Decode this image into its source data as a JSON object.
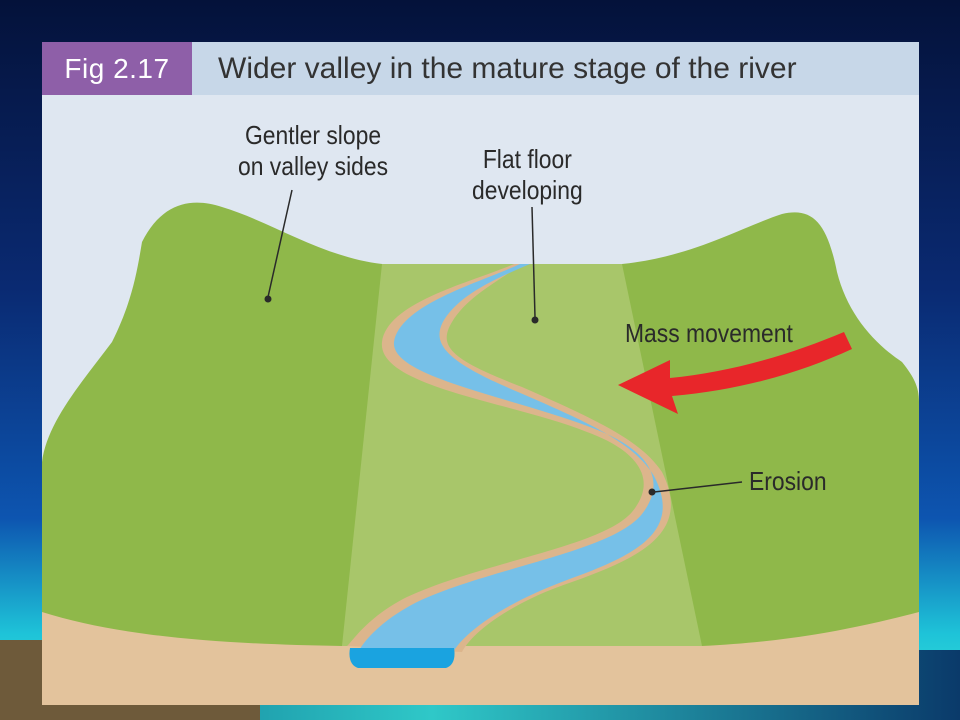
{
  "figure": {
    "number_label": "Fig 2.17",
    "title": "Wider valley in the mature stage of the river"
  },
  "labels": {
    "gentler_slope_line1": "Gentler slope",
    "gentler_slope_line2": "on valley sides",
    "flat_floor_line1": "Flat floor",
    "flat_floor_line2": "developing",
    "mass_movement": "Mass movement",
    "erosion": "Erosion"
  },
  "colors": {
    "background_sky": "#dfe7f1",
    "hill_green": "#8fb84a",
    "valley_floor_green": "#a8c66a",
    "river_blue": "#76c0e8",
    "river_bank": "#dcb58c",
    "soil": "#e3c39c",
    "arrow_red": "#e8262a",
    "figure_label_bg": "#8e5fa8"
  }
}
